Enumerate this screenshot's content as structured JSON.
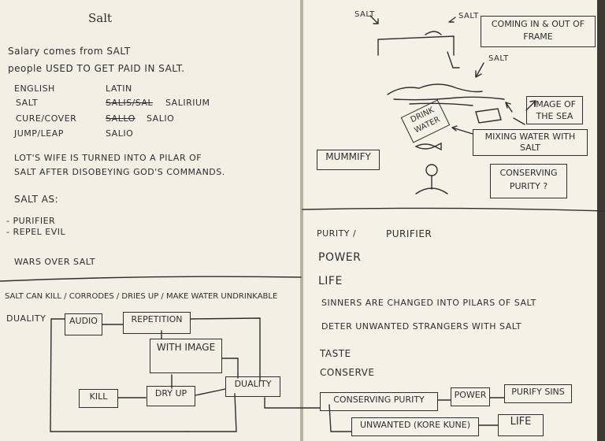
{
  "left_page": {
    "title": "Salt",
    "lines": {
      "salary": "Salary comes from SALT",
      "paid": "people USED TO GET PAID IN SALT.",
      "english_header": "ENGLISH",
      "latin_header": "LATIN",
      "salt_en": "SALT",
      "salt_la_struck": "SALIS/SAL",
      "salt_la": "SALIRIUM",
      "cure_en": "CURE/COVER",
      "cure_la_struck": "SALLO",
      "cure_la": "SALIO",
      "jump_en": "JUMP/LEAP",
      "jump_la": "SALIO",
      "lot_1": "LOT'S WIFE IS TURNED INTO A PILAR OF",
      "lot_2": "SALT AFTER DISOBEYING GOD'S COMMANDS.",
      "salt_as": "SALT AS:",
      "purifier": "- PURIFIER",
      "repel": "- REPEL EVIL",
      "wars": "WARS OVER SALT",
      "kill_line": "SALT CAN KILL / CORRODES / DRIES UP / MAKE WATER UNDRINKABLE"
    },
    "diagram": {
      "duality_label": "DUALITY",
      "audio": "AUDIO",
      "repetition": "REPETITION",
      "with_image": "WITH IMAGE",
      "kill": "KILL",
      "dry_up": "DRY UP",
      "duality_box": "DUALITY"
    }
  },
  "right_page": {
    "sketch": {
      "salt_1": "SALT",
      "salt_2": "SALT",
      "salt_3": "SALT",
      "coming": "COMING IN & OUT OF FRAME",
      "image_sea": "IMAGE OF THE SEA",
      "drink_water": "DRINK WATER",
      "mixing": "MIXING WATER WITH SALT",
      "mummify": "MUMMIFY",
      "conserving": "CONSERVING PURITY ?"
    },
    "list": {
      "purity_struck": "PURITY /",
      "purifier": "PURIFIER",
      "power": "POWER",
      "life": "LIFE",
      "sinners": "SINNERS ARE CHANGED INTO PILARS OF SALT",
      "deter": "DETER UNWANTED STRANGERS WITH SALT",
      "taste": "TASTE",
      "conserve": "CONSERVE"
    },
    "boxes": {
      "conserving_purity": "CONSERVING PURITY",
      "power": "POWER",
      "purify_sins": "PURIFY SINS",
      "unwanted": "UNWANTED (KORE KUNE)",
      "life": "LIFE"
    }
  }
}
